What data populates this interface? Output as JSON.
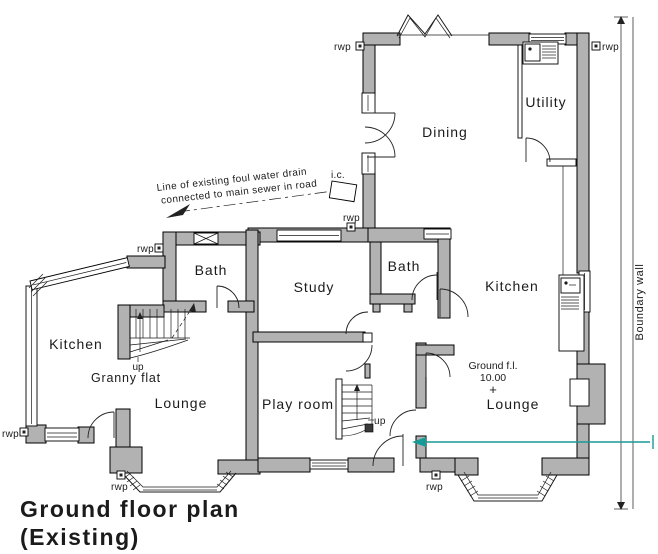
{
  "title": {
    "line1": "Ground floor plan",
    "line2": "(Existing)"
  },
  "rooms": {
    "dining": "Dining",
    "utility": "Utility",
    "kitchen_main": "Kitchen",
    "lounge_main": "Lounge",
    "bath_main": "Bath",
    "study": "Study",
    "play_room": "Play room",
    "kitchen_granny": "Kitchen",
    "granny_flat": "Granny flat",
    "lounge_granny": "Lounge",
    "bath_granny": "Bath"
  },
  "stairs": {
    "up_main": "up",
    "up_granny": "up"
  },
  "levels": {
    "ground_label": "Ground f.l.",
    "ground_value": "10.00",
    "ground_mark": "+"
  },
  "notes": {
    "drain_line1": "Line of existing foul water drain",
    "drain_line2": "connected to main sewer in road",
    "ic": "i.c.",
    "rwp": "rwp",
    "boundary": "Boundary wall"
  },
  "colors": {
    "wall": "#b2b2b2",
    "line": "#1b1b1b",
    "drain": "#1a9a96"
  }
}
